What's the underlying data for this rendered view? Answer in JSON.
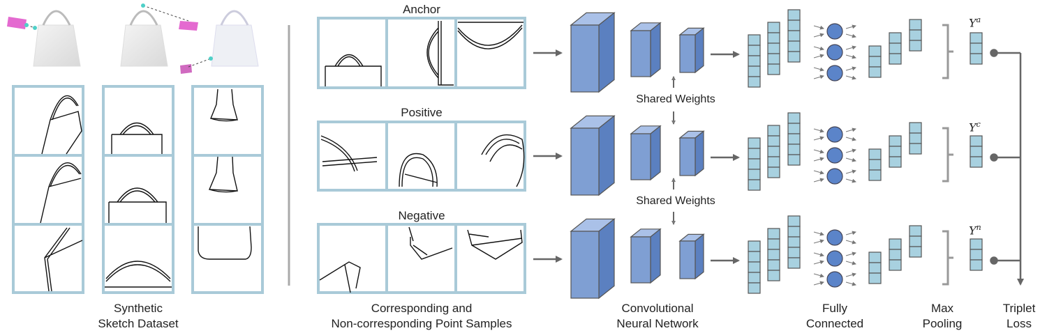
{
  "captions": {
    "synthetic": [
      "Synthetic",
      "Sketch Dataset"
    ],
    "samples": [
      "Corresponding and",
      "Non-corresponding Point Samples"
    ],
    "cnn": [
      "Convolutional",
      "Neural Network"
    ],
    "fc": [
      "Fully",
      "Connected"
    ],
    "pool": [
      "Max",
      "Pooling"
    ],
    "loss": [
      "Triplet",
      "Loss"
    ]
  },
  "rows": [
    {
      "label": "Anchor",
      "output": "Y",
      "superscript": "a"
    },
    {
      "label": "Positive",
      "output": "Y",
      "superscript": "c"
    },
    {
      "label": "Negative",
      "output": "Y",
      "superscript": "n"
    }
  ],
  "shared_weights": [
    "Shared Weights",
    "Shared Weights"
  ],
  "colors": {
    "frame": "#a9cad8",
    "cube_front": "#7f9fd3",
    "cube_top": "#aac1e8",
    "cube_side": "#5b80c0",
    "cell": "#a8d1e0",
    "node": "#5b84c9",
    "arrow": "#666666",
    "bag_highlight": "#e46ad0"
  }
}
